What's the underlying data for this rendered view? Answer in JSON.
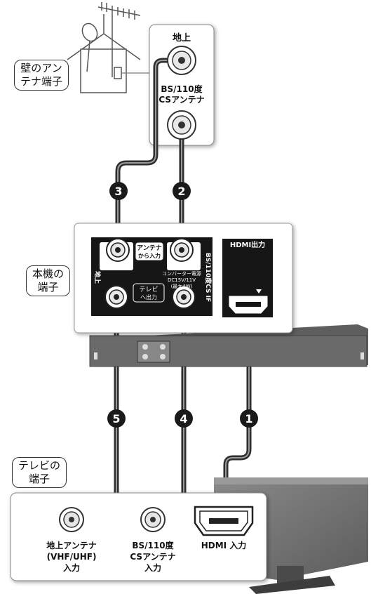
{
  "labels": {
    "wall_terminal": [
      "壁のアン",
      "テナ端子"
    ],
    "recorder_terminal": [
      "本機の",
      "端子"
    ],
    "tv_terminal": [
      "テレビの",
      "端子"
    ]
  },
  "wall_panel": {
    "terrestrial": "地上",
    "bs_cs_line1": "BS/110度",
    "bs_cs_line2": "CSアンテナ"
  },
  "recorder_panel": {
    "terrestrial": "地上",
    "antenna_in_line1": "アンテナ",
    "antenna_in_line2": "から入力",
    "converter_line1": "コンバーター電源",
    "converter_line2": "DC15V/11V",
    "converter_line3": "(最大4W)",
    "bs_cs_if": "BS/110度CS IF",
    "tv_out_line1": "テレビ",
    "tv_out_line2": "へ出力",
    "hdmi_out": "HDMI出力"
  },
  "tv_panel": {
    "terrestrial_line1": "地上アンテナ",
    "terrestrial_line2": "(VHF/UHF)",
    "terrestrial_line3": "入力",
    "bs_cs_line1": "BS/110度",
    "bs_cs_line2": "CSアンテナ",
    "bs_cs_line3": "入力",
    "hdmi_in": "HDMI 入力"
  },
  "steps": [
    "1",
    "2",
    "3",
    "4",
    "5"
  ],
  "colors": {
    "cable": "#3a3a3a",
    "panel_bg": "#ffffff",
    "device": "#6a6a6a",
    "badge": "#1a1a1a"
  }
}
